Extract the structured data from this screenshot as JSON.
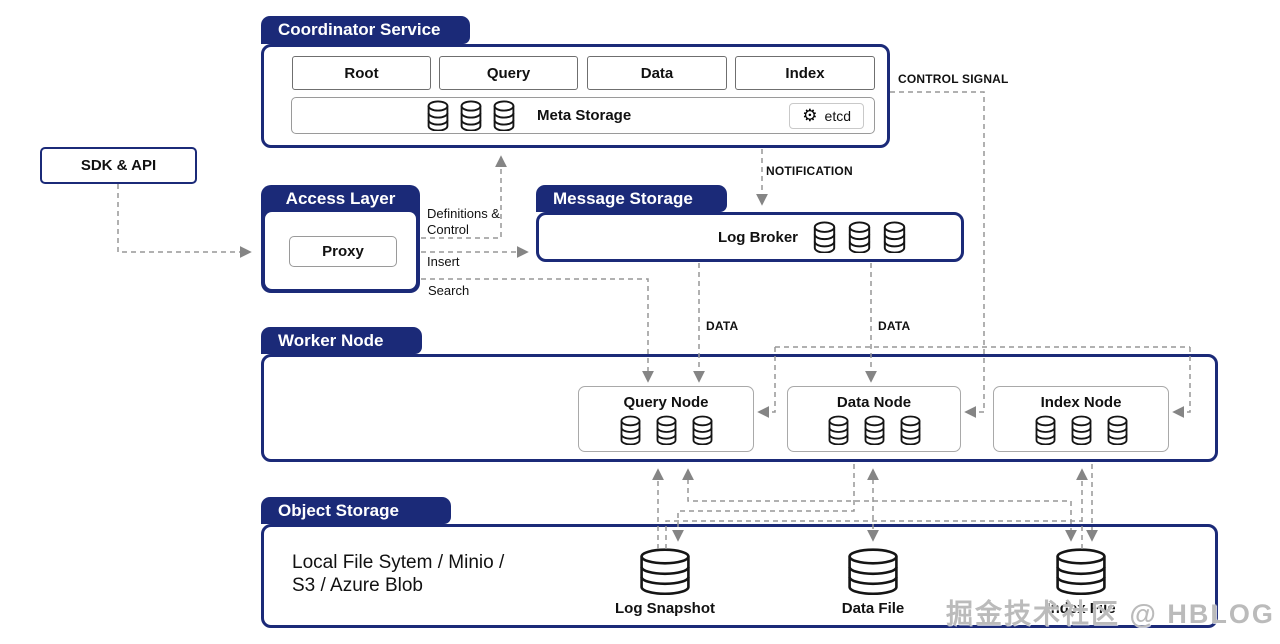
{
  "colors": {
    "accent_navy": "#1b2a78",
    "connector_gray": "#8f8f8f",
    "box_border_gray": "#9a9a9a",
    "text_black": "#111111",
    "watermark_gray": "#afafaf"
  },
  "coordinator": {
    "title": "Coordinator Service",
    "services": [
      "Root",
      "Query",
      "Data",
      "Index"
    ],
    "meta_storage": {
      "label": "Meta Storage",
      "etcd_label": "etcd"
    }
  },
  "sdk_api": {
    "label": "SDK & API"
  },
  "access_layer": {
    "title": "Access Layer",
    "proxy_label": "Proxy"
  },
  "message_storage": {
    "title": "Message Storage",
    "log_broker_label": "Log Broker"
  },
  "worker_node": {
    "title": "Worker Node",
    "nodes": [
      "Query Node",
      "Data Node",
      "Index Node"
    ]
  },
  "object_storage": {
    "title": "Object Storage",
    "backends_line1": "Local File Sytem / Minio /",
    "backends_line2": "S3 / Azure Blob",
    "files": [
      "Log Snapshot",
      "Data File",
      "Index File"
    ]
  },
  "flow_labels": {
    "control_signal": "CONTROL SIGNAL",
    "notification": "NOTIFICATION",
    "definitions_control": "Definitions &\nControl",
    "insert": "Insert",
    "search": "Search",
    "data_left": "DATA",
    "data_right": "DATA"
  },
  "watermark": "掘金技术社区 @ HBLOG"
}
